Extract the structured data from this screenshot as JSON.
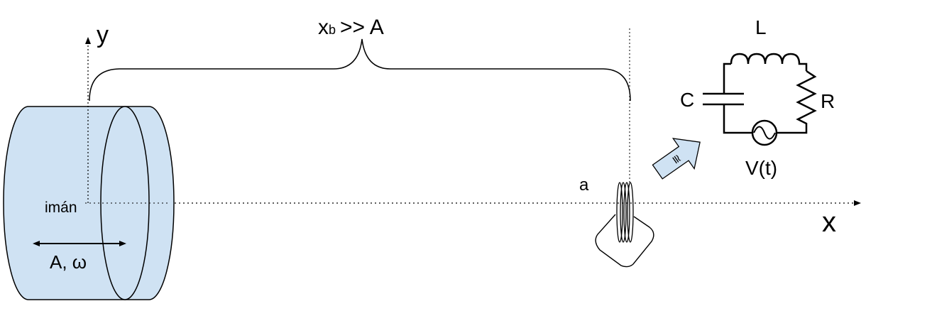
{
  "labels": {
    "y_axis": "y",
    "x_axis": "x",
    "distance_main": "x",
    "distance_sub": "b",
    "distance_rel": ">> A",
    "magnet": "imán",
    "amplitude": "A, ω",
    "coil_radius": "a",
    "inductor": "L",
    "capacitor": "C",
    "resistor": "R",
    "source": "V(t)",
    "equivalence": "≅"
  },
  "colors": {
    "magnet_fill": "#cfe2f3",
    "arrow_fill": "#cfe2f3",
    "stroke": "#000000"
  }
}
